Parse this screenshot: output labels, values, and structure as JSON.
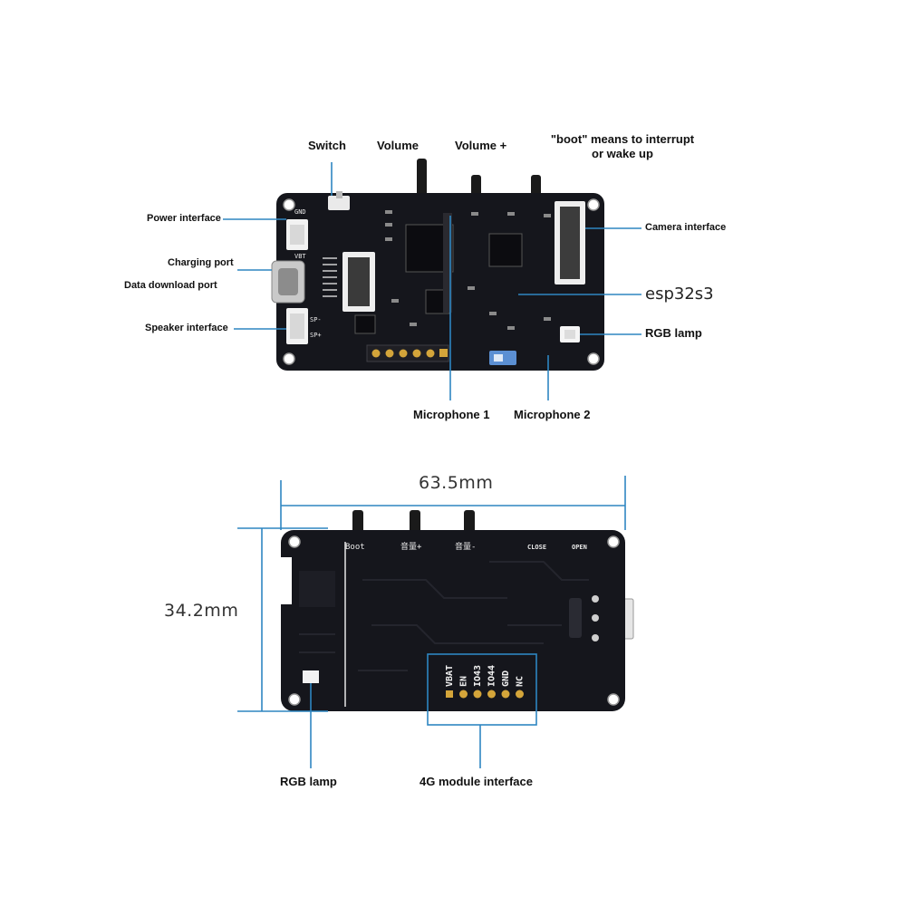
{
  "top_board": {
    "labels": {
      "switch": "Switch",
      "volume": "Volume",
      "volume_plus": "Volume +",
      "boot_line1": "\"boot\" means to interrupt",
      "boot_line2": "or wake up",
      "power_interface": "Power interface",
      "charging_port": "Charging port",
      "data_download_port": "Data download port",
      "speaker_interface": "Speaker interface",
      "camera_interface": "Camera interface",
      "chip": "esp32s3",
      "rgb_lamp": "RGB lamp",
      "microphone_1": "Microphone 1",
      "microphone_2": "Microphone 2"
    },
    "silkscreen": {
      "gnd": "GND",
      "vbt": "VBT",
      "sp_minus": "SP-",
      "sp_plus": "SP+"
    }
  },
  "bottom_board": {
    "width_dim": "63.5mm",
    "height_dim": "34.2mm",
    "labels": {
      "rgb_lamp": "RGB lamp",
      "module_interface": "4G module interface"
    },
    "silkscreen": {
      "boot": "Boot",
      "vol_plus": "音量+",
      "vol_minus": "音量-",
      "close": "CLOSE",
      "open": "OPEN"
    },
    "pins": [
      "VBAT",
      "EN",
      "IO43",
      "IO44",
      "GND",
      "NC"
    ]
  },
  "colors": {
    "board": "#15161c",
    "leader": "#2e86c1",
    "dimension": "#2e86c1"
  }
}
